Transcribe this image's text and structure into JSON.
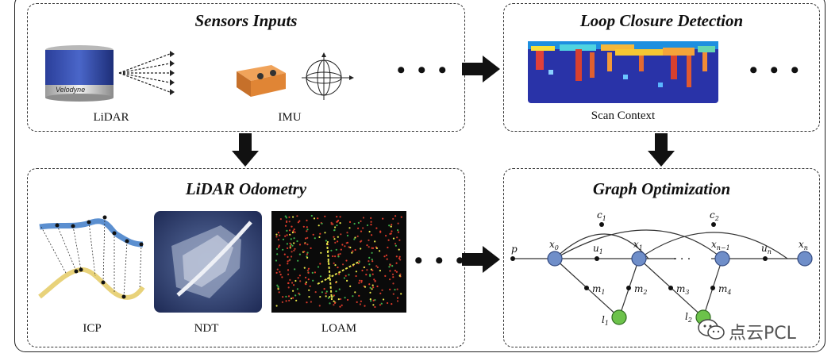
{
  "panels": {
    "sensors": {
      "title": "Sensors Inputs",
      "lidar_label": "LiDAR",
      "imu_label": "IMU",
      "lidar_brand": "Velodyne",
      "ellipsis": "• • •"
    },
    "loop": {
      "title": "Loop Closure Detection",
      "scan_label": "Scan Context",
      "ellipsis": "• • •"
    },
    "odometry": {
      "title": "LiDAR Odometry",
      "icp_label": "ICP",
      "ndt_label": "NDT",
      "loam_label": "LOAM",
      "ellipsis": "• • •"
    },
    "graph": {
      "title": "Graph Optimization",
      "nodes": {
        "p": "p",
        "x0": "x",
        "x0_sub": "0",
        "x1": "x",
        "x1_sub": "1",
        "xn1": "x",
        "xn1_sub": "n−1",
        "xn": "x",
        "xn_sub": "n"
      },
      "odom": {
        "u1": "u",
        "u1_sub": "1",
        "un": "u",
        "un_sub": "n"
      },
      "loops": {
        "c1": "c",
        "c1_sub": "1",
        "c2": "c",
        "c2_sub": "2"
      },
      "measurements": {
        "m1": "m",
        "m1_sub": "1",
        "m2": "m",
        "m2_sub": "2",
        "m3": "m",
        "m3_sub": "3",
        "m4": "m",
        "m4_sub": "4"
      },
      "landmarks": {
        "l1": "l",
        "l1_sub": "1",
        "l2": "l",
        "l2_sub": "2"
      },
      "mid_ellipsis": "· · ·"
    }
  },
  "watermark": {
    "text": "点云PCL"
  },
  "colors": {
    "node_blue": "#6f8ec9",
    "node_green": "#6cc24a",
    "icp_blue": "#5b8fd0",
    "icp_yellow": "#e8d27a"
  }
}
